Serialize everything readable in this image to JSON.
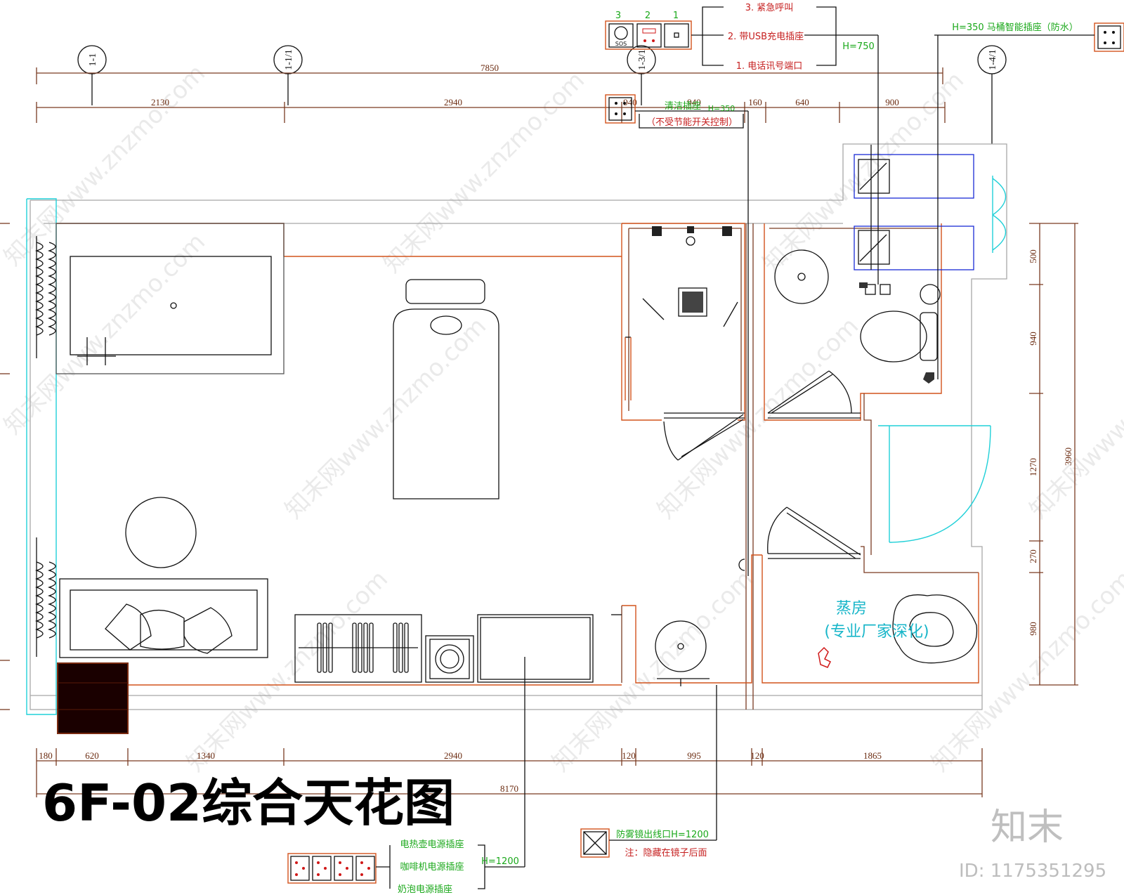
{
  "title": "6F-02综合天花图",
  "watermark": {
    "logo": "知末",
    "id": "ID: 1175351295",
    "diagonal": "知末网www.znzmo.com"
  },
  "grid_labels": [
    "1-1",
    "1-1/1",
    "1-3/1",
    "1-4/1"
  ],
  "top_dims": {
    "overall": "7850",
    "segments": [
      "2130",
      "2940",
      "940",
      "940",
      "160",
      "640",
      "900"
    ]
  },
  "bottom_dims": {
    "overall": "8170",
    "segments": [
      "180",
      "620",
      "1340",
      "2940",
      "120",
      "995",
      "120",
      "1865"
    ]
  },
  "right_dims": {
    "overall": "3960",
    "segments": [
      "500",
      "940",
      "1270",
      "270",
      "980"
    ]
  },
  "outlets": {
    "legend_numbers": [
      "3",
      "2",
      "1"
    ],
    "sos": "SOS",
    "items": [
      "3. 紧急呼叫",
      "2. 带USB充电插座",
      "1. 电话讯号端口"
    ],
    "height": "H=750",
    "cleaning": "清洁插座",
    "cleaning_height": "H=350",
    "cleaning_note": "（不受节能开关控制）",
    "toilet": "H=350 马桶智能插座（防水）",
    "mirror": "防雾镜出线口H=1200",
    "mirror_note": "注：隐藏在镜子后面",
    "kitchen": [
      "电热壶电源插座",
      "咖啡机电源插座",
      "奶泡电源插座"
    ],
    "kitchen_height": "H=1200"
  },
  "rooms": {
    "sauna": "蒸房",
    "sauna_note": "(专业厂家深化)"
  },
  "colors": {
    "wall": "#7a3b22",
    "finish": "#d2531c",
    "door": "#20d0d8",
    "text_green": "#1aa81a",
    "text_red": "#c62020"
  }
}
